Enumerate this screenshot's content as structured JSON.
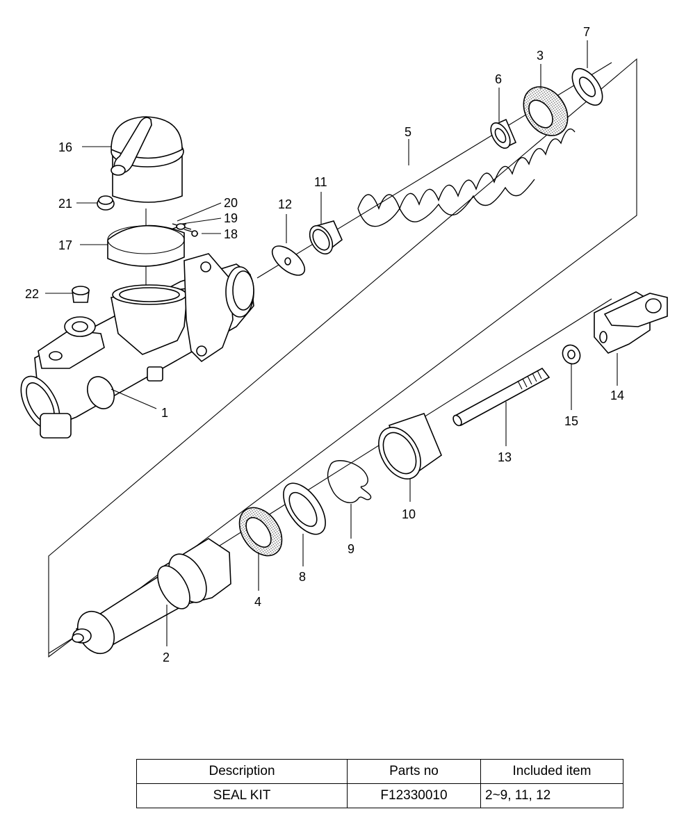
{
  "diagram": {
    "callouts": [
      "1",
      "2",
      "3",
      "4",
      "5",
      "6",
      "7",
      "8",
      "9",
      "10",
      "11",
      "12",
      "13",
      "14",
      "15",
      "16",
      "17",
      "18",
      "19",
      "20",
      "21",
      "22"
    ]
  },
  "table": {
    "headers": [
      "Description",
      "Parts no",
      "Included item"
    ],
    "rows": [
      [
        "SEAL KIT",
        "F12330010",
        "2~9, 11, 12"
      ]
    ]
  }
}
